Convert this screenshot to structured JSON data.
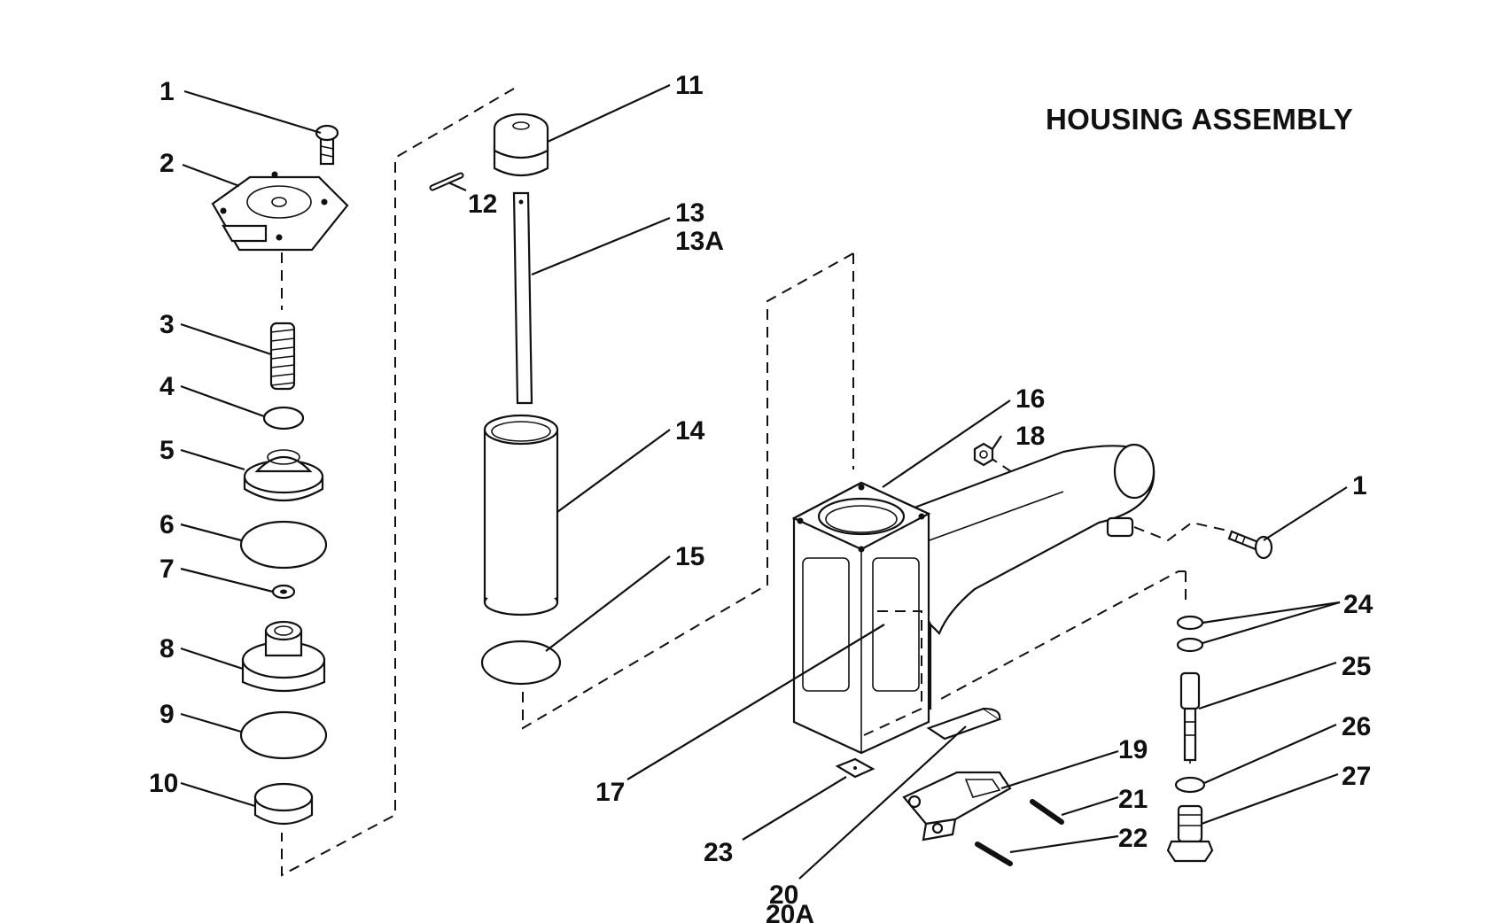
{
  "title": "HOUSING ASSEMBLY",
  "callouts": {
    "c1": "1",
    "c2": "2",
    "c3": "3",
    "c4": "4",
    "c5": "5",
    "c6": "6",
    "c7": "7",
    "c8": "8",
    "c9": "9",
    "c10": "10",
    "c11": "11",
    "c12": "12",
    "c13": "13",
    "c13a": "13A",
    "c14": "14",
    "c15": "15",
    "c16": "16",
    "c17": "17",
    "c18": "18",
    "c19": "19",
    "c20": "20",
    "c20a": "20A",
    "c21": "21",
    "c22": "22",
    "c23": "23",
    "c24": "24",
    "c25": "25",
    "c26": "26",
    "c27": "27",
    "c1b": "1"
  }
}
